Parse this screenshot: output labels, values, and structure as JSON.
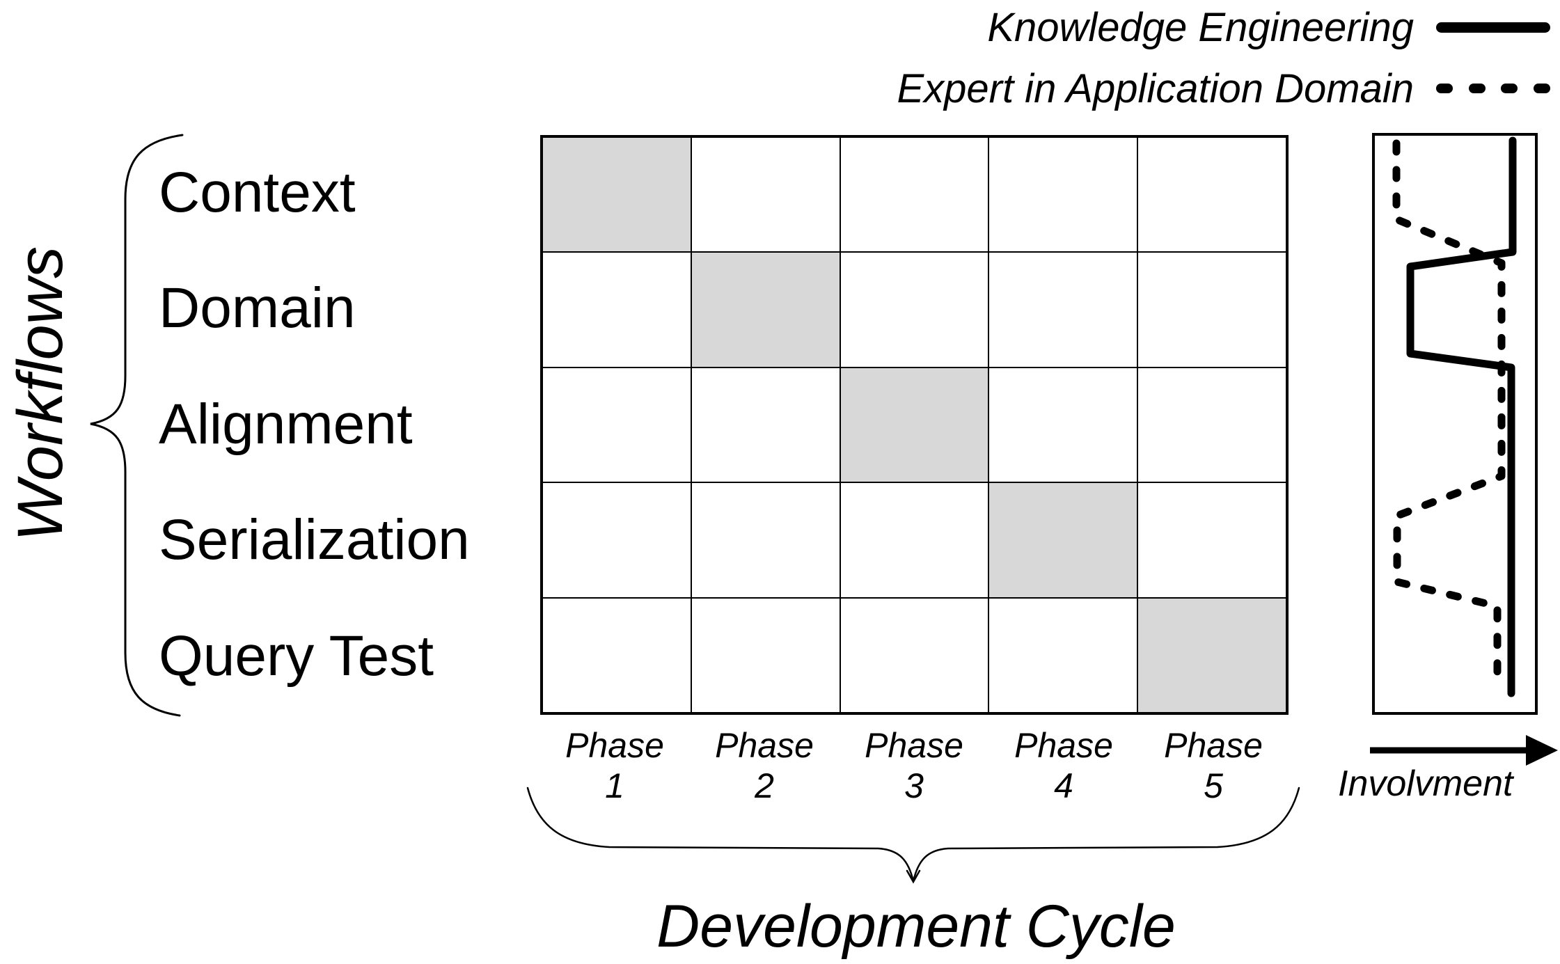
{
  "legend": {
    "items": [
      {
        "label": "Knowledge Engineering",
        "line_style": "solid"
      },
      {
        "label": "Expert in Application Domain",
        "line_style": "dotted"
      }
    ]
  },
  "left_axis": {
    "label": "Workflows"
  },
  "workflow_rows": [
    "Context",
    "Domain",
    "Alignment",
    "Serialization",
    "Query Test"
  ],
  "phases": [
    {
      "name": "Phase",
      "number": "1"
    },
    {
      "name": "Phase",
      "number": "2"
    },
    {
      "name": "Phase",
      "number": "3"
    },
    {
      "name": "Phase",
      "number": "4"
    },
    {
      "name": "Phase",
      "number": "5"
    }
  ],
  "bottom_axis": {
    "label": "Development Cycle"
  },
  "involvement_panel": {
    "axis_label": "Involvment",
    "series": [
      {
        "name": "Knowledge Engineering",
        "style": "solid",
        "points": [
          [
            2173,
            202
          ],
          [
            2173,
            362
          ],
          [
            2026,
            383
          ],
          [
            2026,
            508
          ],
          [
            2171,
            528
          ],
          [
            2171,
            996
          ]
        ]
      },
      {
        "name": "Expert in Application Domain",
        "style": "dashed",
        "points": [
          [
            2006,
            206
          ],
          [
            2006,
            315
          ],
          [
            2157,
            378
          ],
          [
            2157,
            684
          ],
          [
            2007,
            741
          ],
          [
            2007,
            836
          ],
          [
            2151,
            871
          ],
          [
            2151,
            990
          ]
        ]
      }
    ]
  },
  "grid": {
    "rows": 5,
    "cols": 5,
    "shaded_cells": [
      [
        0,
        0
      ],
      [
        1,
        1
      ],
      [
        2,
        2
      ],
      [
        3,
        3
      ],
      [
        4,
        4
      ]
    ],
    "shade_color": "#d8d8d8"
  },
  "colors": {
    "ink": "#000000",
    "background": "#ffffff"
  }
}
